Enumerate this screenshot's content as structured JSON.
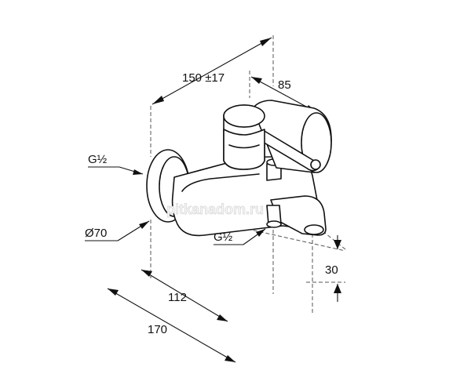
{
  "dimensions": {
    "overall_width": "150 ±17",
    "handle_depth": "85",
    "inlet_thread": "G½",
    "rosette_diameter": "Ø70",
    "outlet_thread": "G½",
    "spout_height": "30",
    "body_depth": "112",
    "total_depth": "170"
  },
  "watermark": "pitkanadom.ru"
}
